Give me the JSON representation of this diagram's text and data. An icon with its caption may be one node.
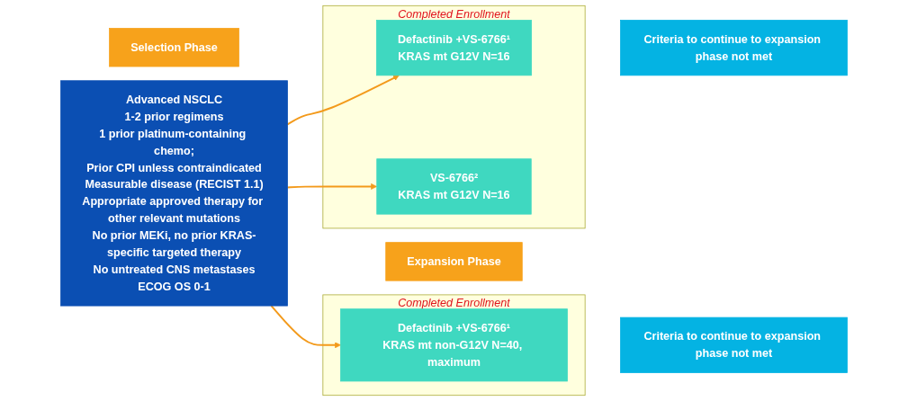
{
  "diagram": {
    "nodes": [
      {
        "text": [
          "Advanced NSCLC",
          "1-2 prior regimens",
          "1 prior platinum-containing chemo;",
          "Prior CPI unless contraindicated",
          "Measurable disease (RECIST 1.1)",
          "Appropriate approved therapy for other relevant mutations",
          "No prior MEKi, no prior KRAS-specific targeted therapy",
          "No untreated CNS metastases",
          "ECOG OS 0-1"
        ]
      },
      {
        "text": [
          "Selection Phase"
        ]
      },
      {
        "text": [
          "Expansion Phase"
        ]
      },
      {
        "text": [
          "Completed Enrollment"
        ]
      },
      {
        "text": [
          "Defactinib +VS-6766¹",
          "KRAS mt G12V N=16"
        ],
        "in": 3
      },
      {
        "text": [
          "VS-6766²",
          "KRAS mt G12V N=16"
        ],
        "in": 3
      },
      {
        "text": [
          "Completed Enrollment"
        ]
      },
      {
        "text": [
          "Defactinib +VS-6766¹",
          "KRAS mt non-G12V N=40, maximum"
        ],
        "in": 6
      },
      {
        "text": [
          "Criteria to continue to expansion phase not met"
        ]
      },
      {
        "text": [
          "Criteria to continue to expansion phase not met"
        ]
      }
    ],
    "edges": [
      {
        "from": 0,
        "to": 4,
        "arrow": "to"
      },
      {
        "from": 0,
        "to": 5,
        "arrow": "to"
      },
      {
        "from": 0,
        "to": 7,
        "arrow": "to"
      }
    ]
  }
}
